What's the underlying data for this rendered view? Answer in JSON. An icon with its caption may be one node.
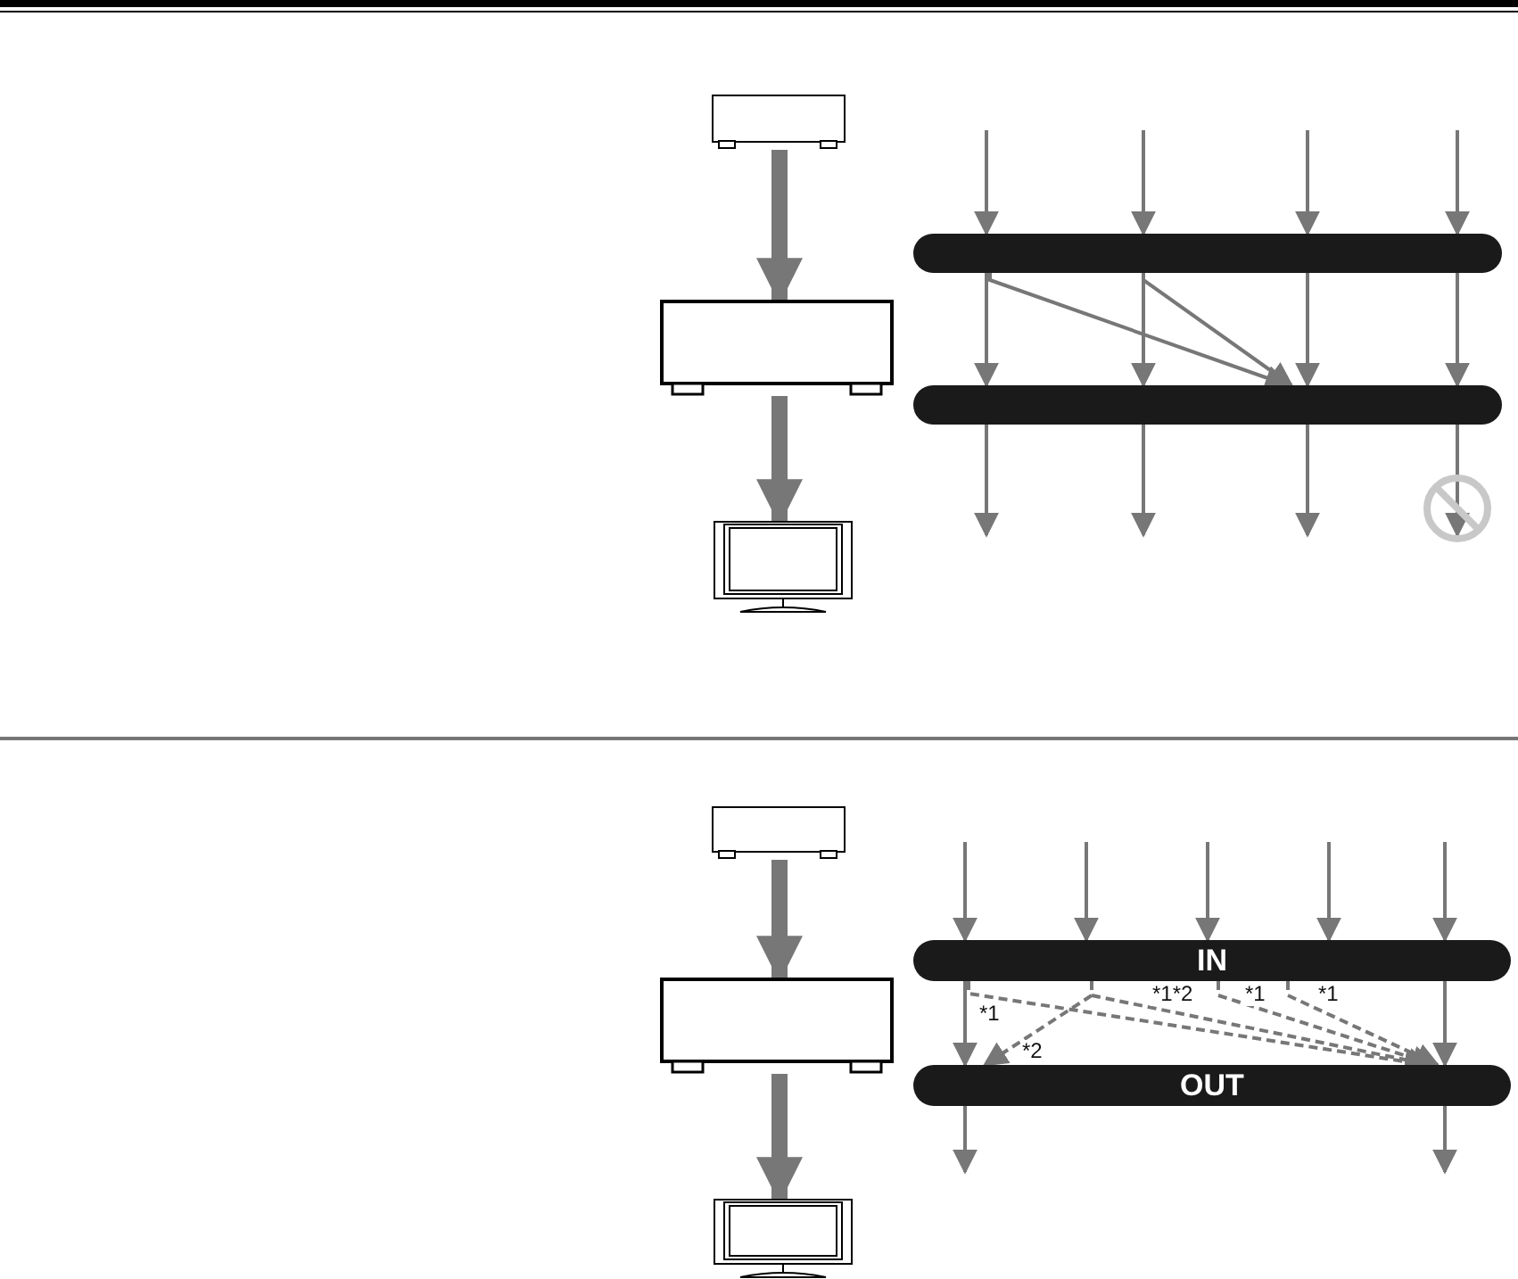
{
  "diagram": {
    "nodes": [
      {
        "text": [],
        "shape": "box"
      },
      {
        "text": [],
        "shape": "box"
      },
      {
        "text": [],
        "shape": "tv"
      },
      {
        "text": [],
        "shape": "bar"
      },
      {
        "text": [],
        "shape": "bar"
      },
      {
        "text": [],
        "shape": "box"
      },
      {
        "text": [],
        "shape": "box"
      },
      {
        "text": [],
        "shape": "tv"
      },
      {
        "text": [
          "IN"
        ]
      },
      {
        "text": [
          "OUT"
        ]
      }
    ],
    "edges": [
      {
        "from": 0,
        "to": 1,
        "arrow": "to",
        "style": "thick"
      },
      {
        "from": 1,
        "to": 2,
        "arrow": "to",
        "style": "thick"
      },
      {
        "from": null,
        "to": 3,
        "arrow": "to"
      },
      {
        "from": null,
        "to": 3,
        "arrow": "to"
      },
      {
        "from": null,
        "to": 3,
        "arrow": "to"
      },
      {
        "from": null,
        "to": 3,
        "arrow": "to"
      },
      {
        "from": 3,
        "to": 4,
        "arrow": "to"
      },
      {
        "from": 3,
        "to": 4,
        "arrow": "to"
      },
      {
        "from": 3,
        "to": 4,
        "arrow": "to"
      },
      {
        "from": 3,
        "to": 4,
        "arrow": "to"
      },
      {
        "from": 3,
        "to": 4,
        "arrow": "to"
      },
      {
        "from": 3,
        "to": 4,
        "arrow": "to"
      },
      {
        "from": 4,
        "to": null,
        "arrow": "to"
      },
      {
        "from": 4,
        "to": null,
        "arrow": "to"
      },
      {
        "from": 4,
        "to": null,
        "arrow": "to"
      },
      {
        "from": 4,
        "to": null,
        "arrow": "to"
      },
      {
        "from": 5,
        "to": 6,
        "arrow": "to",
        "style": "thick"
      },
      {
        "from": 6,
        "to": 7,
        "arrow": "to",
        "style": "thick"
      },
      {
        "from": null,
        "to": 8,
        "arrow": "to"
      },
      {
        "from": null,
        "to": 8,
        "arrow": "to"
      },
      {
        "from": null,
        "to": 8,
        "arrow": "to"
      },
      {
        "from": null,
        "to": 8,
        "arrow": "to"
      },
      {
        "from": null,
        "to": 8,
        "arrow": "to"
      },
      {
        "from": 8,
        "to": 9,
        "arrow": "to"
      },
      {
        "from": 8,
        "to": 9,
        "arrow": "to"
      },
      {
        "from": 8,
        "to": 9,
        "arrow": "to",
        "style": "dashed",
        "label": "*1"
      },
      {
        "from": 8,
        "to": 9,
        "arrow": "to",
        "style": "dashed",
        "label": "*2"
      },
      {
        "from": 8,
        "to": 9,
        "arrow": "to",
        "style": "dashed",
        "label": "*1*2"
      },
      {
        "from": 8,
        "to": 9,
        "arrow": "to",
        "style": "dashed",
        "label": "*1"
      },
      {
        "from": 8,
        "to": 9,
        "arrow": "to",
        "style": "dashed",
        "label": "*1"
      },
      {
        "from": 9,
        "to": null,
        "arrow": "to"
      },
      {
        "from": 9,
        "to": null,
        "arrow": "to"
      }
    ]
  }
}
